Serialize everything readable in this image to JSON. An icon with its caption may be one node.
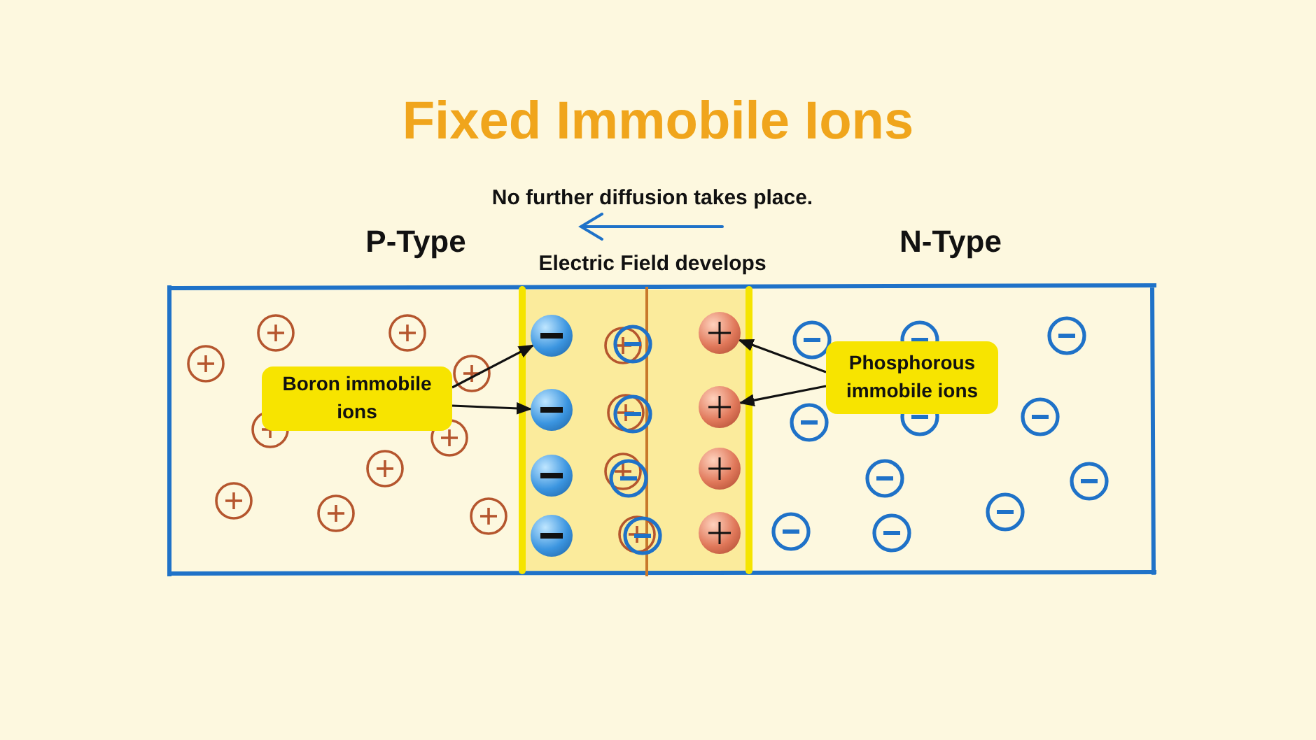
{
  "diagram": {
    "title": "Fixed Immobile Ions",
    "nodes": [
      {
        "text": [
          "Boron immobile ions"
        ]
      },
      {
        "text": [],
        "shape": "circle"
      },
      {
        "text": [],
        "shape": "circle"
      },
      {
        "text": [],
        "shape": "circle"
      },
      {
        "text": [],
        "shape": "circle"
      },
      {
        "text": [],
        "shape": "circle"
      },
      {
        "text": [],
        "shape": "circle"
      },
      {
        "text": [],
        "shape": "circle"
      },
      {
        "text": [],
        "shape": "circle"
      },
      {
        "text": [
          "Phosphorous immobile ions"
        ]
      }
    ],
    "edges": [
      {
        "from": 0,
        "to": 1,
        "arrow": "to"
      },
      {
        "from": 0,
        "to": 2,
        "arrow": "to"
      },
      {
        "from": 9,
        "to": 5,
        "arrow": "to"
      },
      {
        "from": 9,
        "to": 6,
        "arrow": "to"
      }
    ],
    "labels": [
      "No further diffusion takes place.",
      "Electric Field develops",
      "P-Type",
      "N-Type"
    ]
  }
}
